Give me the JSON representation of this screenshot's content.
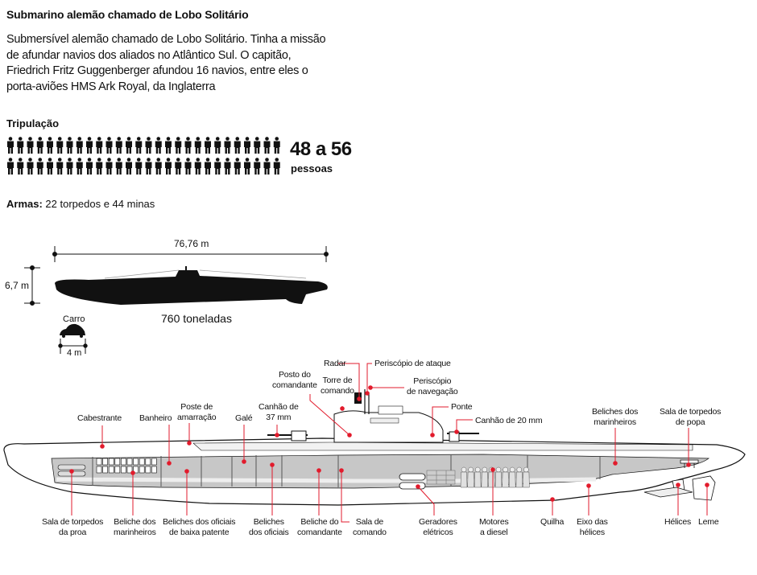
{
  "header": {
    "title": "Submarino alemão chamado de Lobo Solitário",
    "description": "Submersível alemão chamado de Lobo Solitário. Tinha a missão de afundar navios dos aliados no Atlântico Sul. O capitão, Friedrich Fritz Guggenberger afundou 16 navios, entre eles o porta-aviões HMS Ark Royal, da Inglaterra"
  },
  "crew": {
    "title": "Tripulação",
    "count": "48 a 56",
    "unit": "pessoas",
    "icon": "person-icon",
    "icons_per_row": 28,
    "rows": 2
  },
  "arms": {
    "label": "Armas:",
    "value": "22 torpedos e 44 minas"
  },
  "dimensions": {
    "length": "76,76 m",
    "height": "6,7 m",
    "weight": "760 toneladas",
    "car_label": "Carro",
    "car_length": "4 m"
  },
  "colors": {
    "accent": "#e21b2c",
    "hull_fill": "#e6e6e6",
    "interior": "#bdbdbd",
    "ink": "#111111"
  },
  "callouts": [
    {
      "id": "radar",
      "text": "Radar"
    },
    {
      "id": "periscopio-ataque",
      "text": "Periscópio de ataque"
    },
    {
      "id": "posto-comandante",
      "text": "Posto do\ncomandante"
    },
    {
      "id": "torre-comando",
      "text": "Torre de\ncomando"
    },
    {
      "id": "periscopio-navegacao",
      "text": "Periscópio\nde navegação"
    },
    {
      "id": "ponte",
      "text": "Ponte"
    },
    {
      "id": "canhao-20",
      "text": "Canhão de 20 mm"
    },
    {
      "id": "cabestrante",
      "text": "Cabestrante"
    },
    {
      "id": "banheiro",
      "text": "Banheiro"
    },
    {
      "id": "poste-amarracao",
      "text": "Poste de\namarração"
    },
    {
      "id": "gale",
      "text": "Galé"
    },
    {
      "id": "canhao-37",
      "text": "Canhão de\n37 mm"
    },
    {
      "id": "beliches-marinheiros-popa",
      "text": "Beliches dos\nmarinheiros"
    },
    {
      "id": "sala-torpedos-popa",
      "text": "Sala de torpedos\nde popa"
    },
    {
      "id": "sala-torpedos-proa",
      "text": "Sala de torpedos\nda proa"
    },
    {
      "id": "beliche-marinheiros",
      "text": "Beliche dos\nmarinheiros"
    },
    {
      "id": "beliches-baixa-patente",
      "text": "Beliches dos oficiais\nde baixa patente"
    },
    {
      "id": "beliches-oficiais",
      "text": "Beliches\ndos oficiais"
    },
    {
      "id": "beliche-comandante",
      "text": "Beliche do\ncomandante"
    },
    {
      "id": "sala-comando",
      "text": "Sala de\ncomando"
    },
    {
      "id": "geradores",
      "text": "Geradores\nelétricos"
    },
    {
      "id": "motores",
      "text": "Motores\na diesel"
    },
    {
      "id": "quilha",
      "text": "Quilha"
    },
    {
      "id": "eixo-helices",
      "text": "Eixo das\nhélices"
    },
    {
      "id": "helices",
      "text": "Hélices"
    },
    {
      "id": "leme",
      "text": "Leme"
    }
  ]
}
